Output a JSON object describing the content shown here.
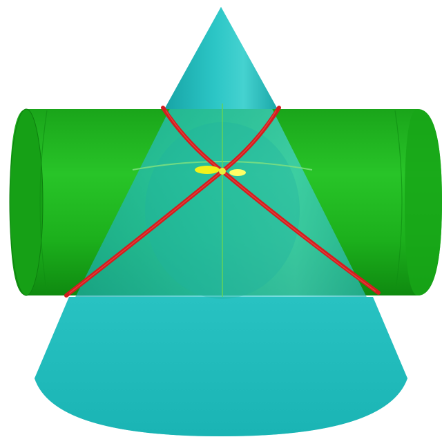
{
  "figure": {
    "subject": "",
    "colors": {
      "background": "#ffffff",
      "cylinder": "#1fb51f",
      "cylinder_dark": "#0f8f12",
      "cylinder_light": "#35cf35",
      "cone": "#1fbcbc",
      "cone_dark": "#149a9c",
      "cone_light": "#48d4d2",
      "intersection_curve": "#d21e1e",
      "center_highlight": "#f2f21a",
      "inner_edge": "#7fe07f"
    },
    "shapes": [
      {
        "id": "horizontal-cylinder",
        "icon": "cylinder-shape"
      },
      {
        "id": "vertical-cone",
        "icon": "cone-shape"
      },
      {
        "id": "intersection-curves",
        "icon": "red-curve"
      },
      {
        "id": "center-point",
        "icon": "yellow-highlight"
      }
    ]
  }
}
